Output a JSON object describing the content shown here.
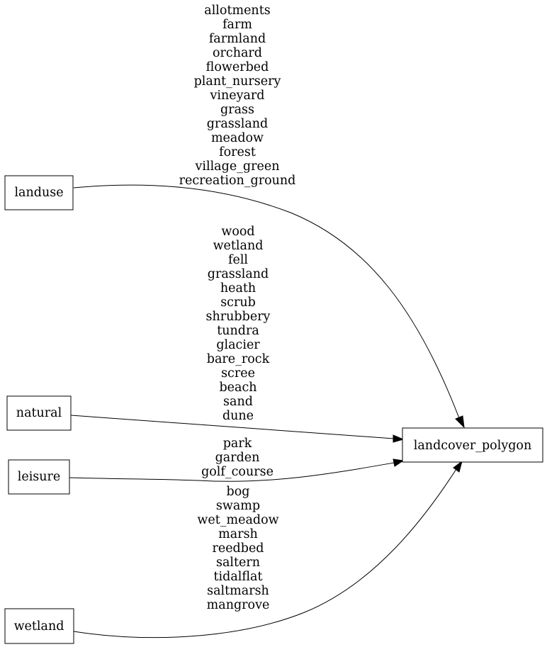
{
  "nodes": {
    "landuse": "landuse",
    "natural": "natural",
    "leisure": "leisure",
    "wetland": "wetland",
    "landcover_polygon": "landcover_polygon"
  },
  "edges": {
    "landuse": [
      "allotments",
      "farm",
      "farmland",
      "orchard",
      "flowerbed",
      "plant_nursery",
      "vineyard",
      "grass",
      "grassland",
      "meadow",
      "forest",
      "village_green",
      "recreation_ground"
    ],
    "natural": [
      "wood",
      "wetland",
      "fell",
      "grassland",
      "heath",
      "scrub",
      "shrubbery",
      "tundra",
      "glacier",
      "bare_rock",
      "scree",
      "beach",
      "sand",
      "dune"
    ],
    "leisure": [
      "park",
      "garden",
      "golf_course"
    ],
    "wetland": [
      "bog",
      "swamp",
      "wet_meadow",
      "marsh",
      "reedbed",
      "saltern",
      "tidalflat",
      "saltmarsh",
      "mangrove"
    ]
  }
}
